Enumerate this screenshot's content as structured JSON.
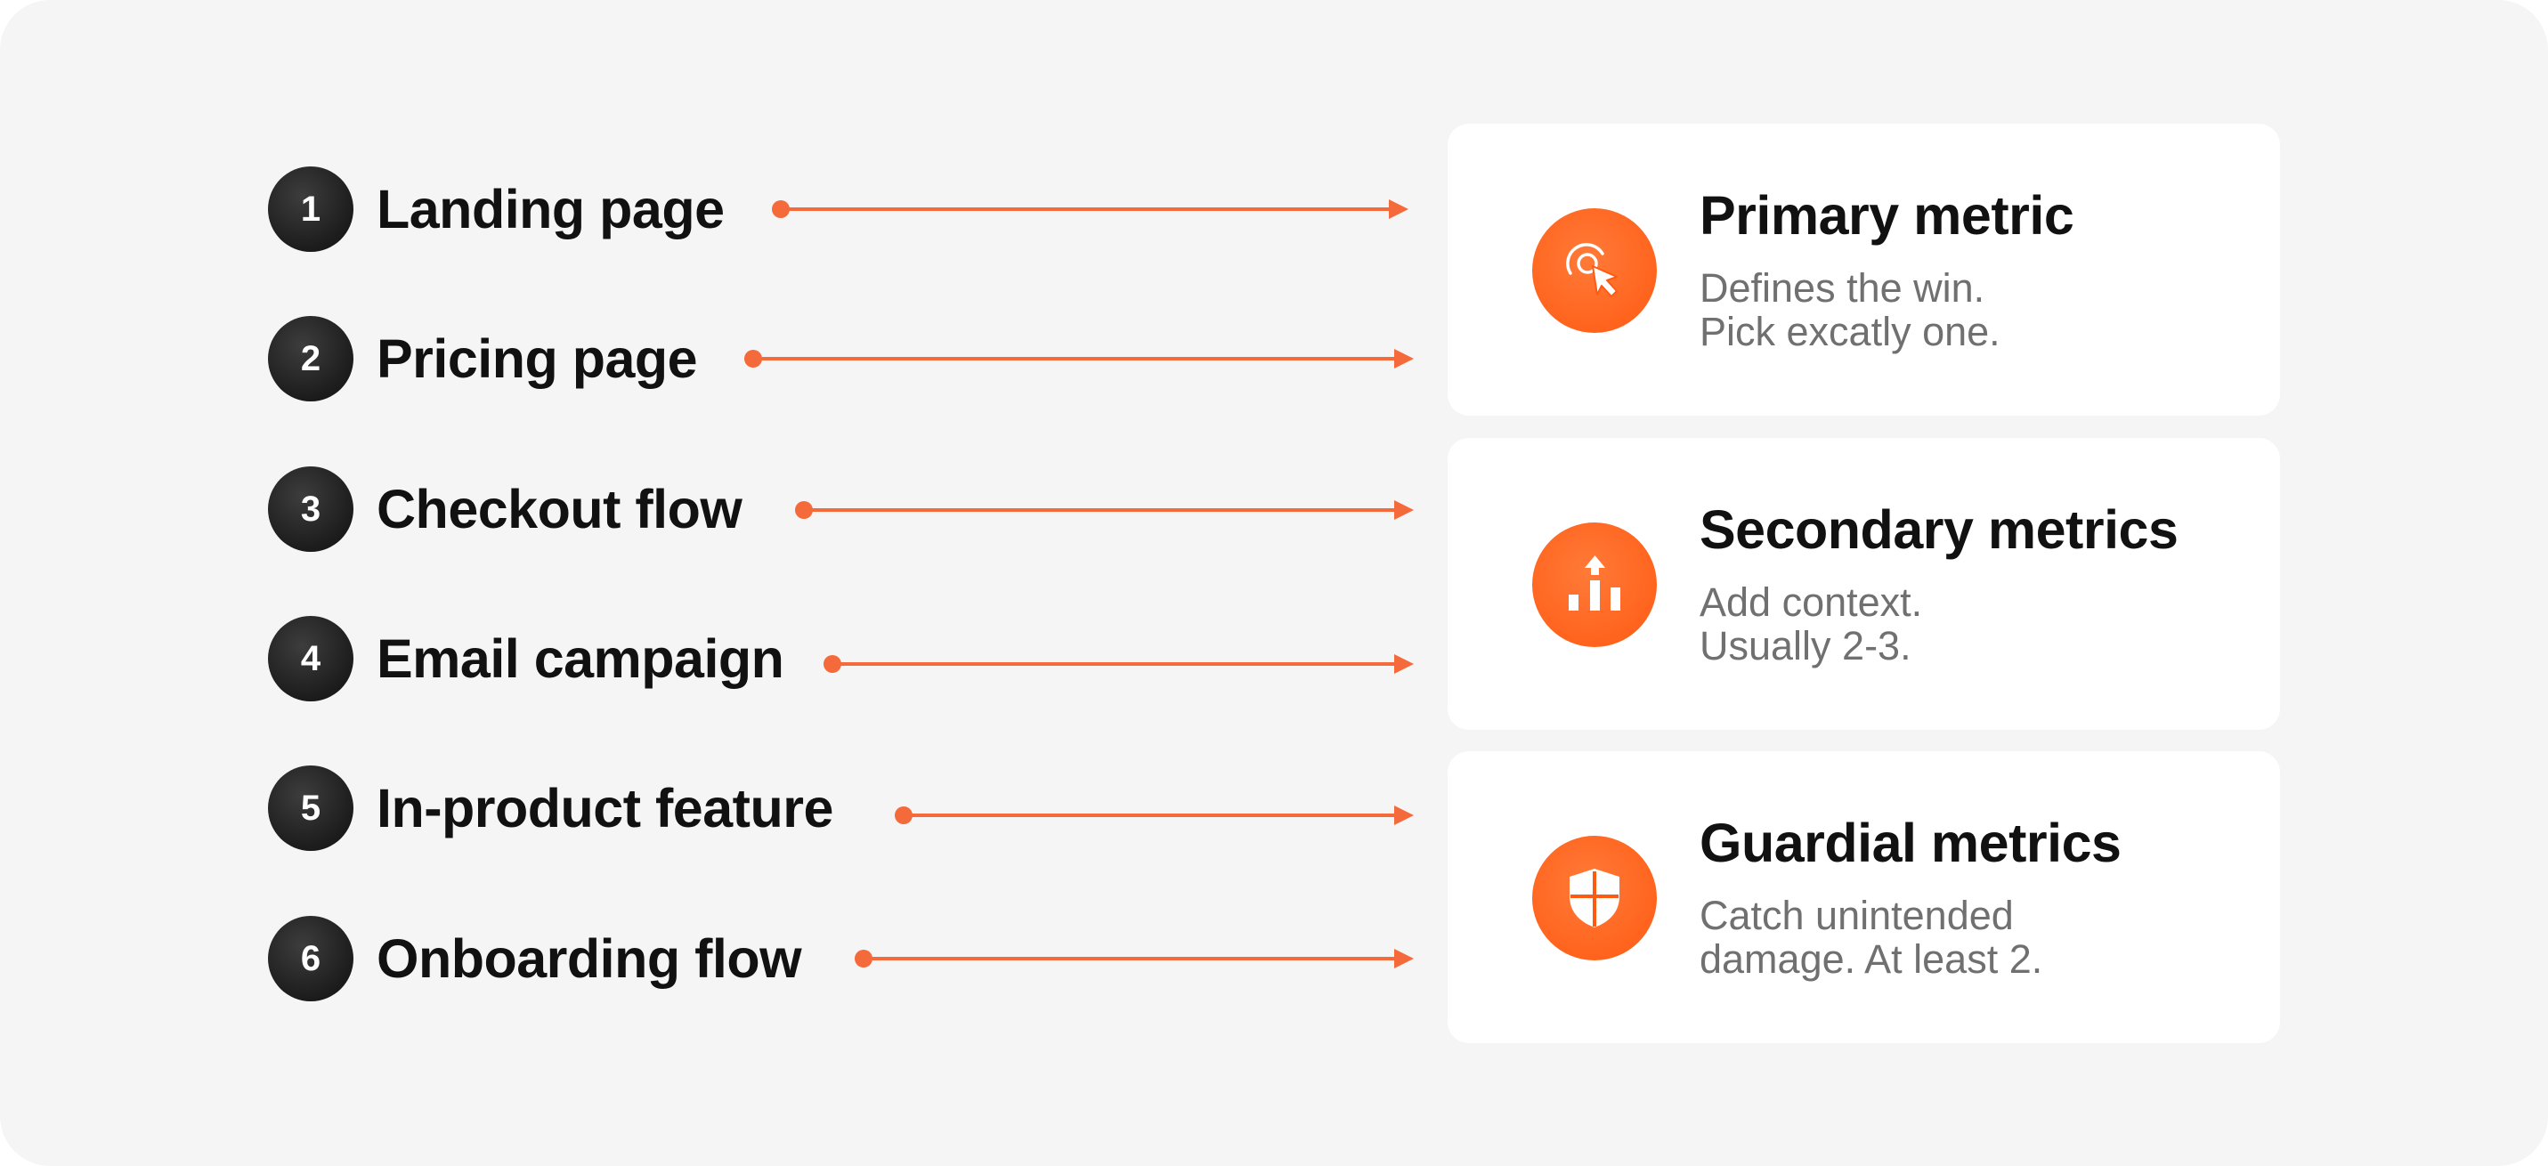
{
  "steps": [
    {
      "number": "1",
      "label": "Landing page"
    },
    {
      "number": "2",
      "label": "Pricing page"
    },
    {
      "number": "3",
      "label": "Checkout flow"
    },
    {
      "number": "4",
      "label": "Email campaign"
    },
    {
      "number": "5",
      "label": "In-product feature"
    },
    {
      "number": "6",
      "label": "Onboarding flow"
    }
  ],
  "cards": {
    "primary": {
      "icon": "cursor-click-icon",
      "title": "Primary metric",
      "desc": [
        "Defines the win.",
        "Pick excatly one."
      ]
    },
    "secondary": {
      "icon": "bar-chart-up-icon",
      "title": "Secondary metrics",
      "desc": [
        "Add context.",
        "Usually 2-3."
      ]
    },
    "guardial": {
      "icon": "shield-icon",
      "title": "Guardial metrics",
      "desc": [
        "Catch unintended",
        "damage. At least 2."
      ]
    }
  },
  "colors": {
    "accent": "#ff5f1f",
    "connector": "#f56a3a",
    "number_badge": "#1c1c1c",
    "panel_bg": "#f5f5f5",
    "card_bg": "#ffffff",
    "description_text": "#707070"
  }
}
